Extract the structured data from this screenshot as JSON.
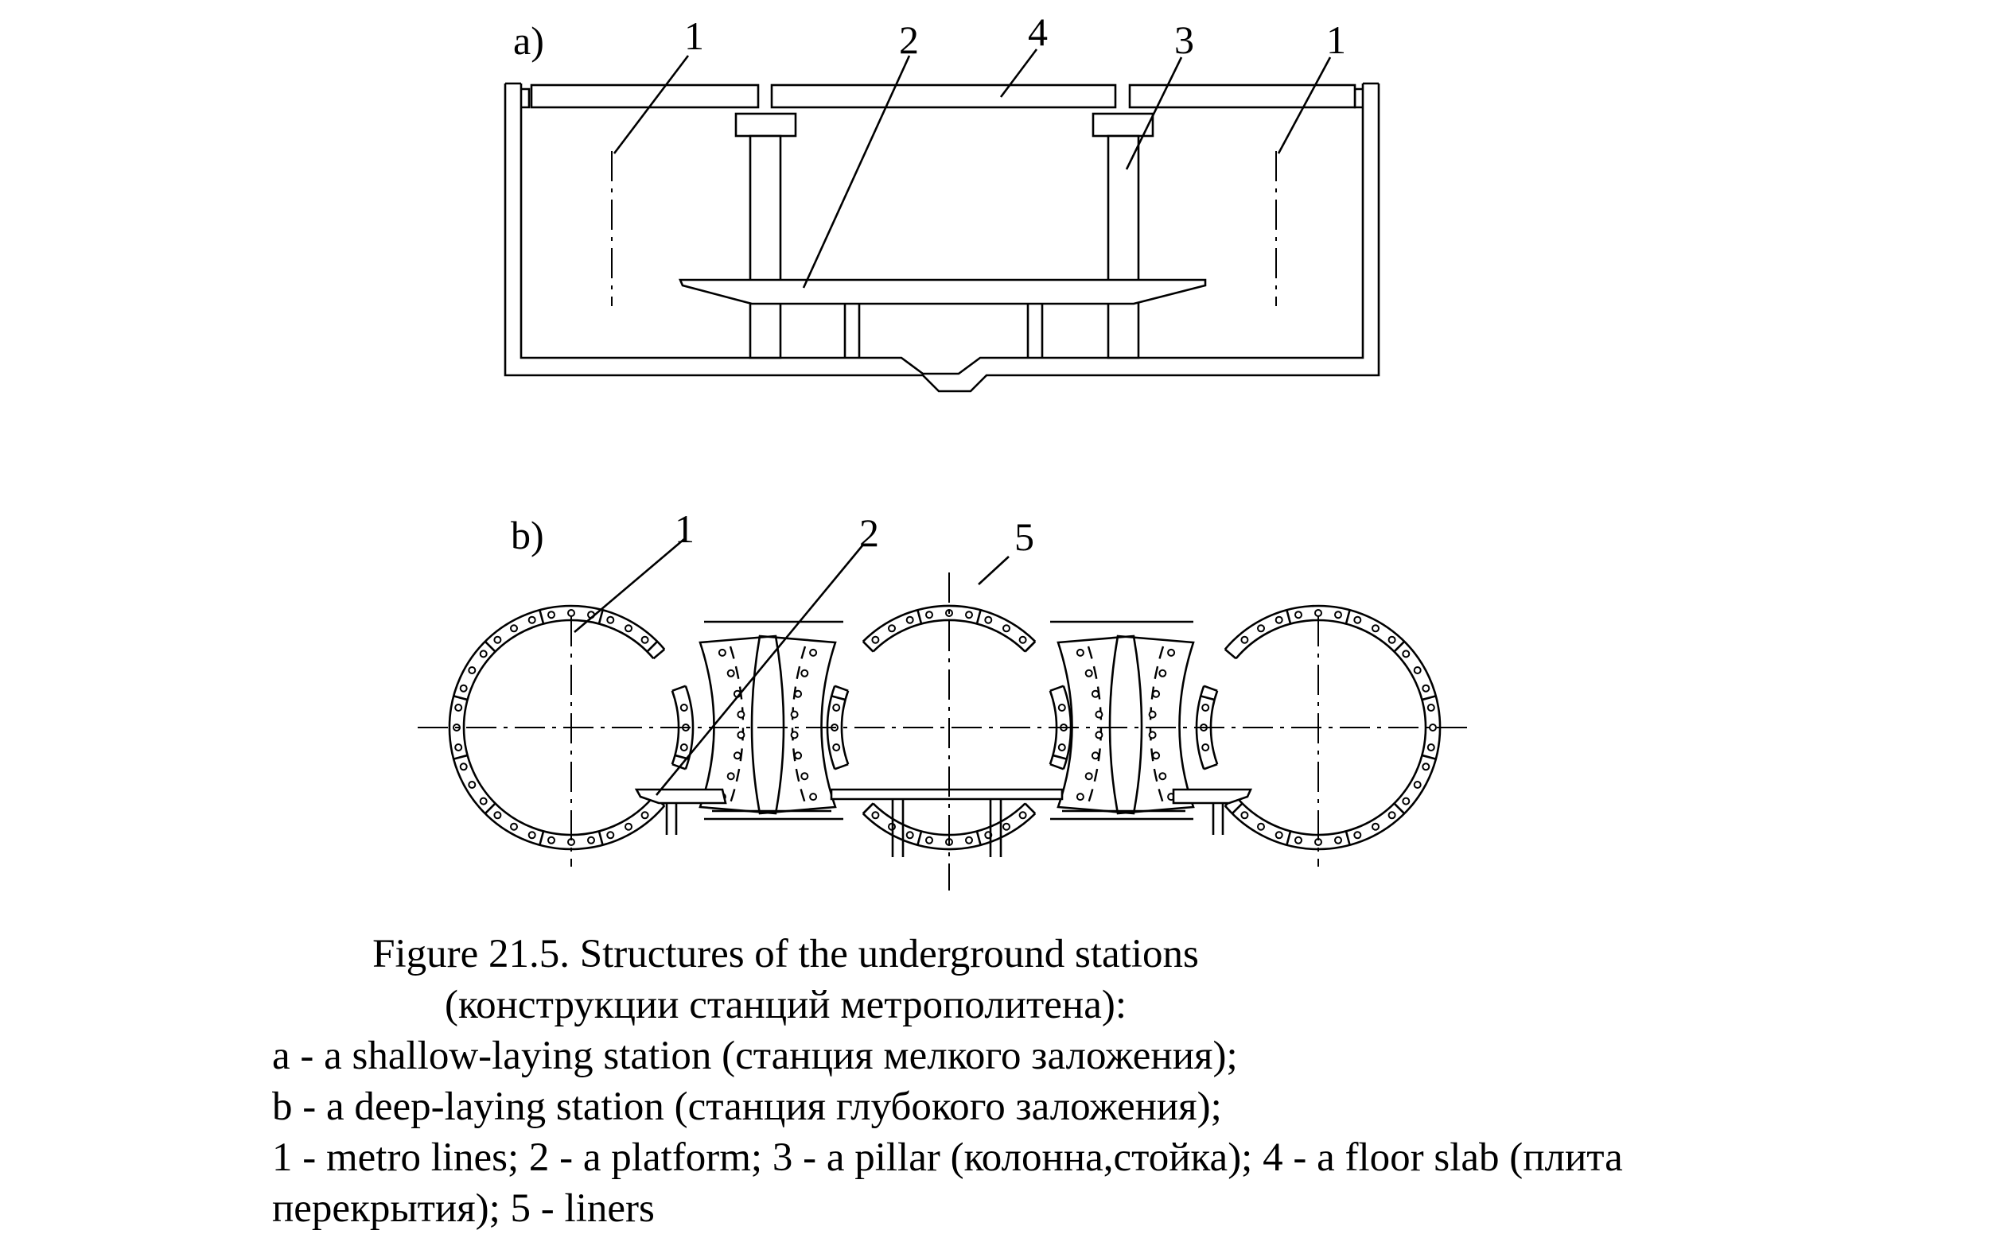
{
  "figure_a": {
    "label": "a)",
    "callouts": [
      "1",
      "2",
      "4",
      "3",
      "1"
    ]
  },
  "figure_b": {
    "label": "b)",
    "callouts": [
      "1",
      "2",
      "5"
    ]
  },
  "caption": {
    "title": "Figure 21.5. Structures of the underground stations",
    "subtitle": "(конструкции станций метрополитена):",
    "lines": [
      "a - a shallow-laying station (станция мелкого заложения);",
      "b - a deep-laying station (станция глубокого заложения);",
      "1 - metro lines; 2 - a platform; 3 - a pillar (колонна,стойка); 4 - a floor slab (плита",
      "перекрытия); 5 - liners"
    ]
  }
}
